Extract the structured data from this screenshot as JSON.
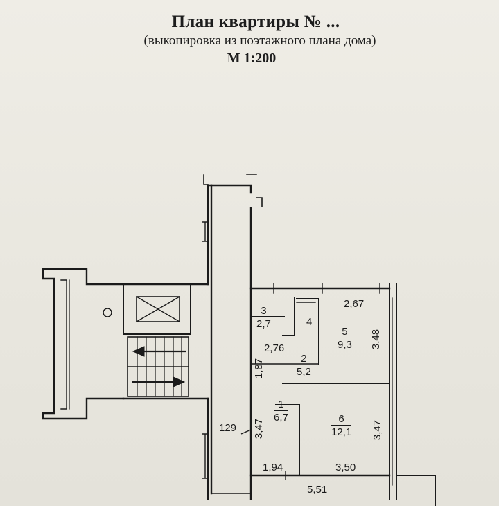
{
  "header": {
    "title": "План квартиры № ...",
    "subtitle": "(выкопировка из поэтажного плана дома)",
    "scale": "М 1:200"
  },
  "rooms": [
    {
      "number": "1",
      "area": "6,7"
    },
    {
      "number": "2",
      "area": "5,2"
    },
    {
      "number": "3",
      "area": "2,7"
    },
    {
      "number": "4",
      "area": ""
    },
    {
      "number": "5",
      "area": "9,3"
    },
    {
      "number": "6",
      "area": "12,1"
    }
  ],
  "dimensions": {
    "d_2_67": "2,67",
    "d_3_48": "3,48",
    "d_2_76": "2,76",
    "d_1_87": "1,87",
    "d_3_47_left": "3,47",
    "d_3_47_right": "3,47",
    "d_1_94": "1,94",
    "d_3_50": "3,50",
    "d_5_51": "5,51",
    "d_129": "129"
  }
}
